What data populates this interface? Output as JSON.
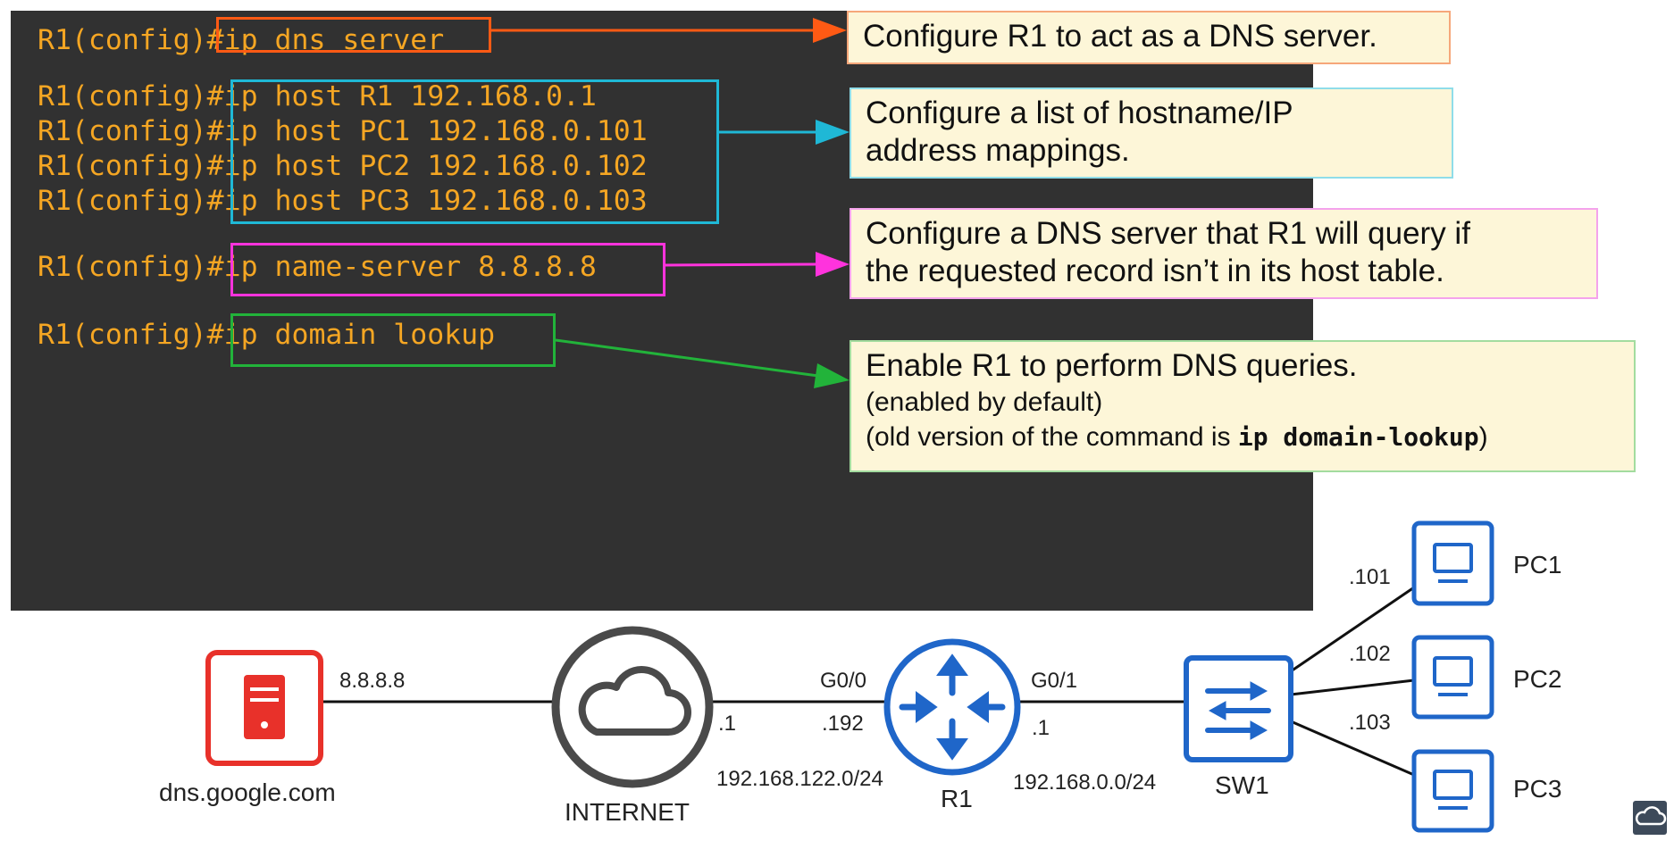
{
  "cli": {
    "prompt": "R1(config)#",
    "commands": [
      "ip dns server",
      "ip host R1 192.168.0.1",
      "ip host PC1 192.168.0.101",
      "ip host PC2 192.168.0.102",
      "ip host PC3 192.168.0.103",
      "ip name-server 8.8.8.8",
      "ip domain lookup"
    ]
  },
  "notes": {
    "dns_server": "Configure R1 to act as a DNS server.",
    "host_list_1": "Configure a list of hostname/IP",
    "host_list_2": "address mappings.",
    "name_server_1": "Configure a DNS server that R1 will query if",
    "name_server_2": "the requested record isn’t in its host table.",
    "lookup_1": "Enable R1 to perform DNS queries.",
    "lookup_2": "(enabled by default)",
    "lookup_3_prefix": "(old version of the command is ",
    "lookup_3_code": "ip domain-lookup",
    "lookup_3_suffix": ")"
  },
  "colors": {
    "orange": "#ff5a14",
    "cyan": "#1fb8d6",
    "magenta": "#ff33dd",
    "green": "#22b33a",
    "terminal_bg": "#313131",
    "cli_text": "#f5a623",
    "note_bg": "#fdf6d8",
    "device_blue": "#1f66c9",
    "dns_red": "#e8312a",
    "cloud_gray": "#4a4a4a"
  },
  "topology": {
    "dns_server": {
      "name": "dns.google.com",
      "ip": "8.8.8.8"
    },
    "internet": {
      "name": "INTERNET",
      "iface": ".1",
      "subnet": "192.168.122.0/24"
    },
    "r1": {
      "name": "R1",
      "g00": "G0/0",
      "g00_ip": ".192",
      "g01": "G0/1",
      "g01_ip": ".1",
      "subnet": "192.168.0.0/24"
    },
    "sw1": {
      "name": "SW1"
    },
    "pcs": [
      {
        "name": "PC1",
        "ip": ".101"
      },
      {
        "name": "PC2",
        "ip": ".102"
      },
      {
        "name": "PC3",
        "ip": ".103"
      }
    ]
  },
  "icons": {
    "dns": "server-icon",
    "internet": "cloud-icon",
    "r1": "router-icon",
    "sw1": "switch-icon",
    "pc": "pc-icon",
    "corner": "logo-icon"
  }
}
